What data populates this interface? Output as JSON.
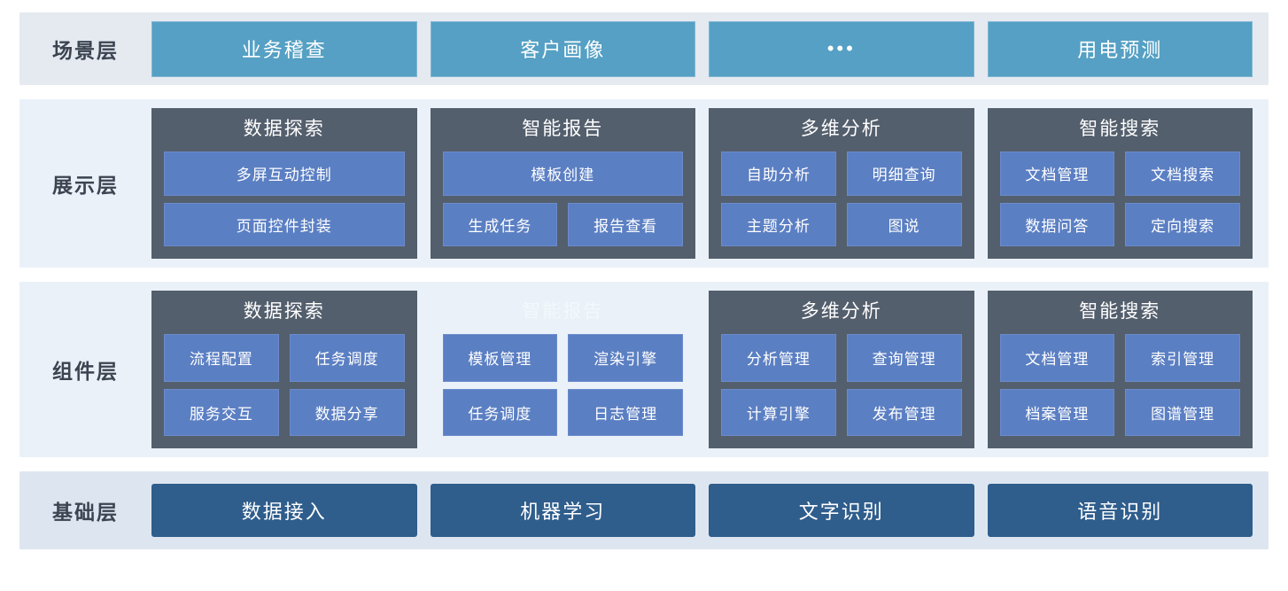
{
  "colors": {
    "scenario_card": "#55a0c4",
    "panel_dark": "#545f6d",
    "tile_blue": "#5b7fc3",
    "foundation_card": "#2f5d8c",
    "row_bg_scenario": "#e5e9f0",
    "row_bg_middle": "#eaf1f8",
    "row_bg_foundation": "#dde6f0",
    "label_text": "#3b4450"
  },
  "layers": [
    {
      "id": "scenario",
      "label": "场景层",
      "kind": "simple",
      "cards": [
        {
          "label": "业务稽查"
        },
        {
          "label": "客户画像"
        },
        {
          "label": "•••"
        },
        {
          "label": "用电预测"
        }
      ]
    },
    {
      "id": "display",
      "label": "展示层",
      "kind": "panels",
      "panels": [
        {
          "title": "数据探索",
          "ghost": false,
          "rows": [
            [
              "多屏互动控制"
            ],
            [
              "页面控件封装"
            ]
          ]
        },
        {
          "title": "智能报告",
          "ghost": false,
          "rows": [
            [
              "模板创建"
            ],
            [
              "生成任务",
              "报告查看"
            ]
          ]
        },
        {
          "title": "多维分析",
          "ghost": false,
          "rows": [
            [
              "自助分析",
              "明细查询"
            ],
            [
              "主题分析",
              "图说"
            ]
          ]
        },
        {
          "title": "智能搜索",
          "ghost": false,
          "rows": [
            [
              "文档管理",
              "文档搜索"
            ],
            [
              "数据问答",
              "定向搜索"
            ]
          ]
        }
      ]
    },
    {
      "id": "component",
      "label": "组件层",
      "kind": "panels",
      "panels": [
        {
          "title": "数据探索",
          "ghost": false,
          "rows": [
            [
              "流程配置",
              "任务调度"
            ],
            [
              "服务交互",
              "数据分享"
            ]
          ]
        },
        {
          "title": "智能报告",
          "ghost": true,
          "rows": [
            [
              "模板管理",
              "渲染引擎"
            ],
            [
              "任务调度",
              "日志管理"
            ]
          ]
        },
        {
          "title": "多维分析",
          "ghost": false,
          "rows": [
            [
              "分析管理",
              "查询管理"
            ],
            [
              "计算引擎",
              "发布管理"
            ]
          ]
        },
        {
          "title": "智能搜索",
          "ghost": false,
          "rows": [
            [
              "文档管理",
              "索引管理"
            ],
            [
              "档案管理",
              "图谱管理"
            ]
          ]
        }
      ]
    },
    {
      "id": "foundation",
      "label": "基础层",
      "kind": "simple",
      "cards": [
        {
          "label": "数据接入"
        },
        {
          "label": "机器学习"
        },
        {
          "label": "文字识别"
        },
        {
          "label": "语音识别"
        }
      ]
    }
  ]
}
